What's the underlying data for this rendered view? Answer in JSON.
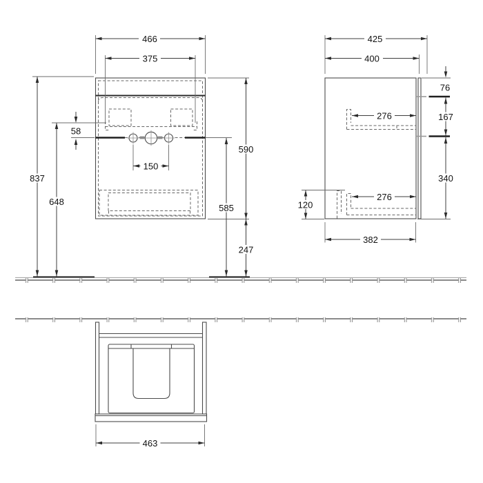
{
  "page": {
    "background": "#ffffff",
    "line_color": "#4a4a4a",
    "dark_line_color": "#1f1f1f",
    "text_color": "#111111"
  },
  "dimensions": {
    "front": {
      "overall_width": "466",
      "inner_width": "375",
      "tap_hole_spacing": "150",
      "bracket_to_rail": "58",
      "total_height": "837",
      "bracket_height": "648",
      "cabinet_height": "590",
      "rail_to_floor": "585",
      "floor_clearance": "247"
    },
    "side": {
      "overall_depth": "425",
      "body_depth": "400",
      "top_offset": "76",
      "rail_spacing": "167",
      "lower_section_height": "340",
      "upper_rail_depth": "276",
      "lower_rail_depth": "276",
      "lower_bracket_height": "120",
      "bottom_depth": "382"
    },
    "plan": {
      "front_width": "463"
    }
  }
}
